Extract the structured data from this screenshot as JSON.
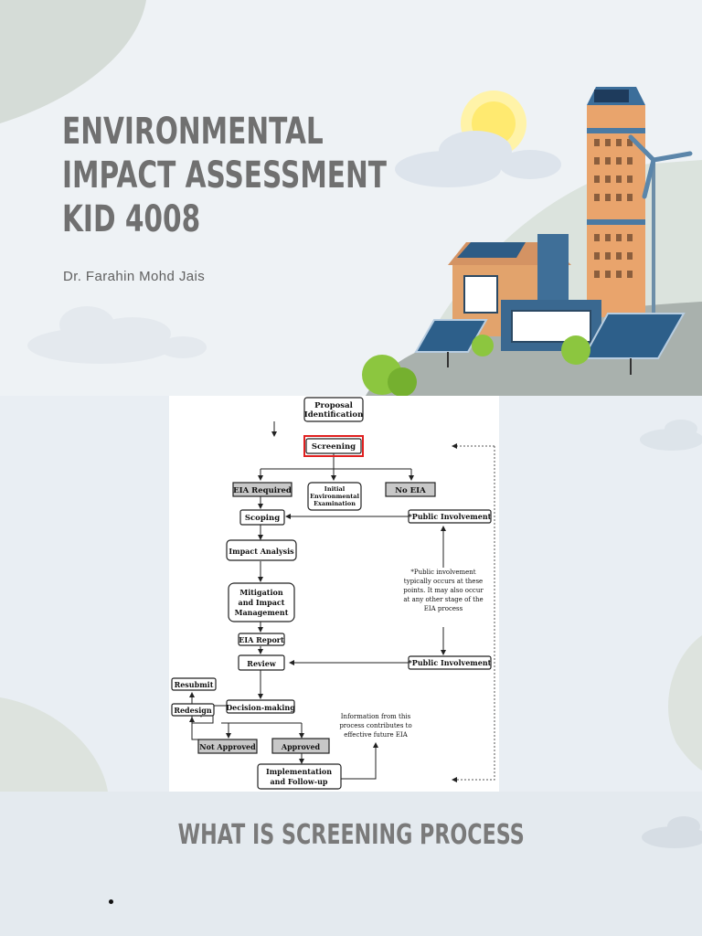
{
  "slide1": {
    "title_lines": [
      "Environmental",
      "Impact Assessment",
      "KID 4008"
    ],
    "author": "Dr. Farahin Mohd Jais"
  },
  "flowchart": {
    "proposal": [
      "Proposal",
      "Identification"
    ],
    "screening": "Screening",
    "eia_required": "EIA Required",
    "initial": [
      "Initial",
      "Environmental",
      "Examination"
    ],
    "no_eia": "No EIA",
    "scoping": "Scoping",
    "public_involvement_1": "*Public Involvement",
    "impact_analysis": "Impact Analysis",
    "mitigation": [
      "Mitigation",
      "and Impact",
      "Management"
    ],
    "pi_note": [
      "*Public involvement",
      "typically occurs at these",
      "points. It may also occur",
      "at any other stage of the",
      "EIA process"
    ],
    "eia_report": "EIA Report",
    "review": "Review",
    "public_involvement_2": "*Public Involvement",
    "resubmit": "Resubmit",
    "redesign": "Redesign",
    "decision": "Decision-making",
    "info_note": [
      "Information from this",
      "process contributes to",
      "effective future EIA"
    ],
    "not_approved": "Not Approved",
    "approved": "Approved",
    "implementation": [
      "Implementation",
      "and Follow-up"
    ]
  },
  "slide3": {
    "title": "What is screening process",
    "bullet_text": ""
  },
  "colors": {
    "highlight": "#e02020",
    "grey_box": "#c8c8c8",
    "title_text": "#707070"
  }
}
